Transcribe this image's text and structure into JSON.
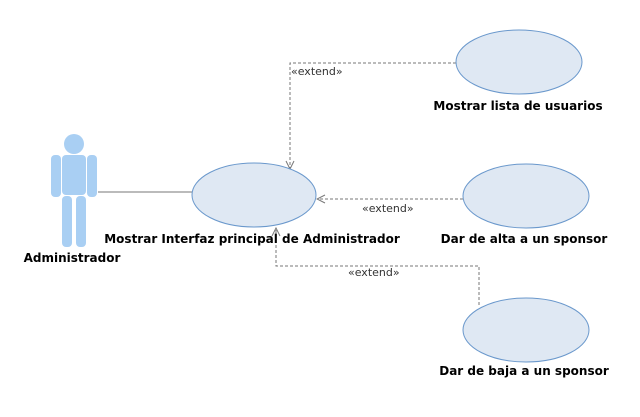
{
  "diagram": {
    "actor": {
      "name": "Administrador"
    },
    "main_use_case": {
      "name": "Mostrar Interfaz principal de Administrador"
    },
    "use_cases": [
      {
        "name": "Mostrar lista de usuarios"
      },
      {
        "name": "Dar de alta a un sponsor"
      },
      {
        "name": "Dar de baja a un sponsor"
      }
    ],
    "extend_label": "«extend»",
    "colors": {
      "use_case_fill": "#dfe8f3",
      "use_case_stroke": "#6a98cc",
      "actor_fill": "#a9cff3",
      "line": "#777777"
    }
  }
}
